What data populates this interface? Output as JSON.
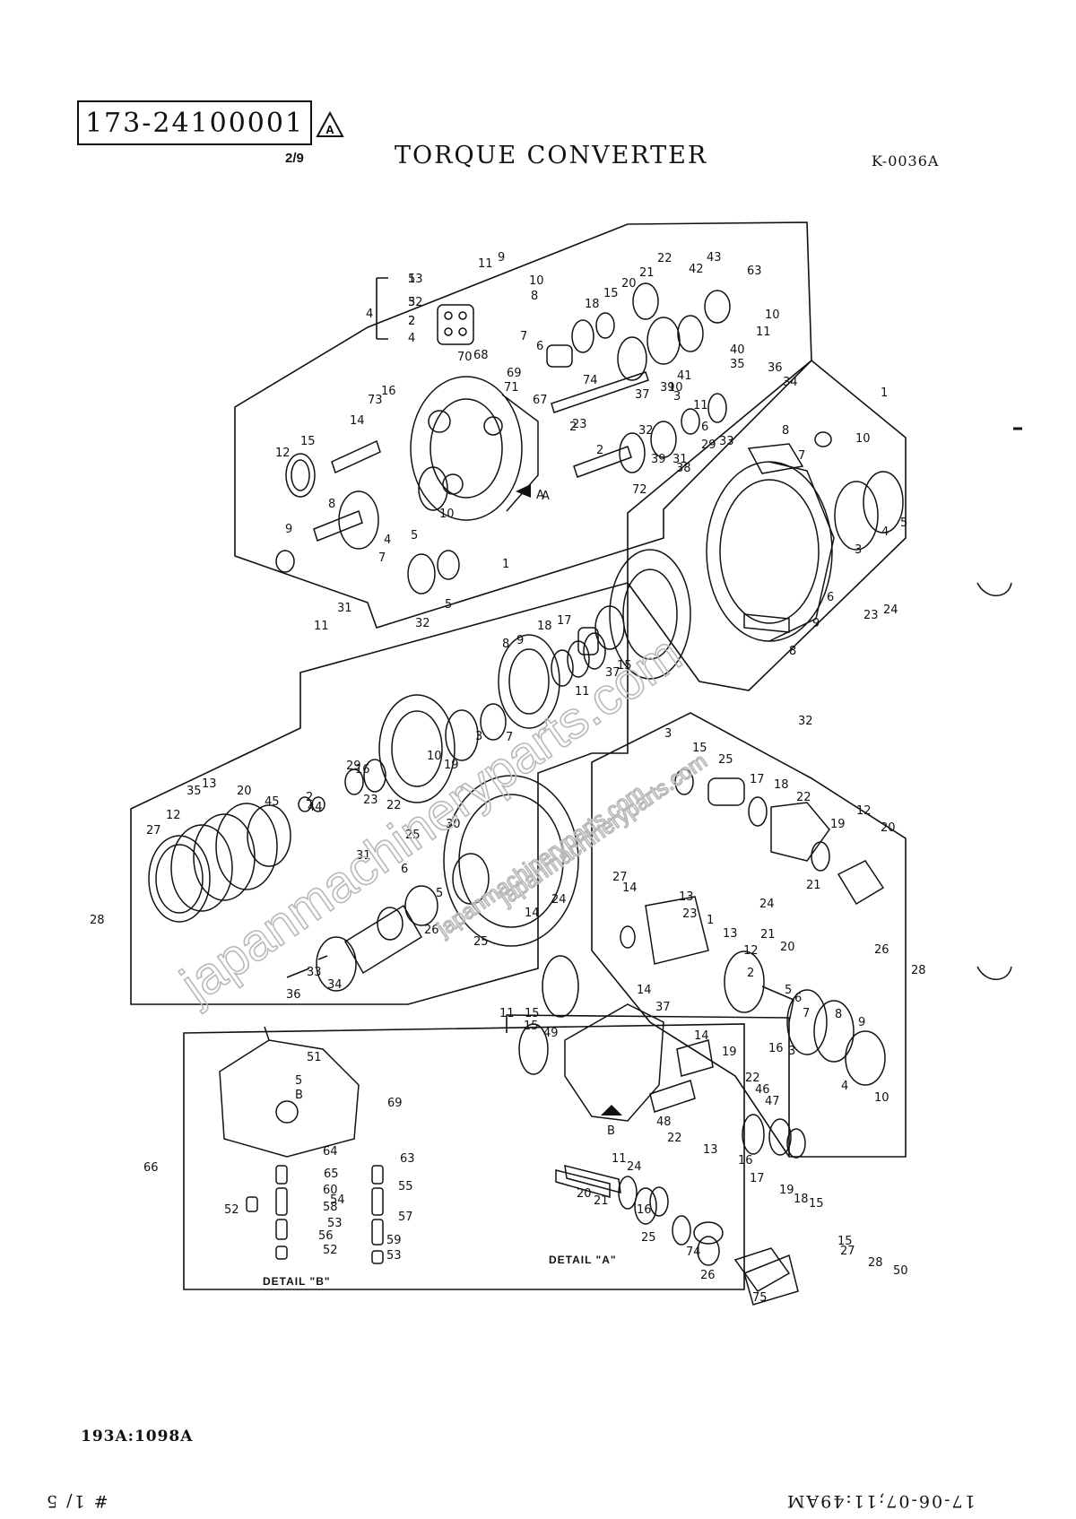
{
  "header": {
    "part_number": "173-24100001",
    "revision_mark": "A",
    "sheet": "2/9",
    "title": "TORQUE CONVERTER",
    "drawing_code": "K-0036A"
  },
  "footer": {
    "model_code": "193A:1098A",
    "fax_stamp": "17-06-07;11:49AM",
    "page_count": "# 1/ 5"
  },
  "watermark": {
    "main": "japanmachineryparts.com",
    "small_1": "japanmachineryparts.com",
    "small_2": "japanmachineryparts.com"
  },
  "details": {
    "detail_a": "DETAIL \"A\"",
    "detail_b": "DETAIL \"B\""
  },
  "arrows": {
    "a": "A",
    "b": "B"
  },
  "callouts": [
    "1",
    "3",
    "2",
    "4",
    "4",
    "9",
    "11",
    "10",
    "8",
    "6",
    "7",
    "70",
    "68",
    "69",
    "71",
    "74",
    "67",
    "2",
    "18",
    "15",
    "20",
    "21",
    "22",
    "42",
    "43",
    "63",
    "10",
    "11",
    "40",
    "35",
    "34",
    "36",
    "37",
    "39",
    "41",
    "3",
    "6",
    "10",
    "11",
    "33",
    "32",
    "38",
    "39",
    "31",
    "72",
    "29",
    "2",
    "23",
    "16",
    "73",
    "14",
    "15",
    "12",
    "9",
    "8",
    "7",
    "4",
    "5",
    "10",
    "11",
    "31",
    "32",
    "5",
    "1",
    "A",
    "1",
    "8",
    "10",
    "7",
    "4",
    "5",
    "3",
    "6",
    "23",
    "24",
    "9",
    "8",
    "17",
    "18",
    "9",
    "8",
    "15",
    "37",
    "11",
    "7",
    "3",
    "19",
    "10",
    "16",
    "29",
    "23",
    "22",
    "2",
    "44",
    "45",
    "20",
    "13",
    "35",
    "12",
    "27",
    "28",
    "25",
    "30",
    "31",
    "6",
    "5",
    "26",
    "25",
    "14",
    "24",
    "34",
    "33",
    "36",
    "32",
    "3",
    "15",
    "25",
    "17",
    "18",
    "22",
    "19",
    "12",
    "20",
    "21",
    "24",
    "21",
    "20",
    "26",
    "28",
    "27",
    "14",
    "13",
    "23",
    "1",
    "13",
    "12",
    "2",
    "5",
    "6",
    "7",
    "8",
    "9",
    "16",
    "3",
    "4",
    "10",
    "11",
    "15",
    "15",
    "14",
    "37",
    "49",
    "14",
    "19",
    "22",
    "46",
    "47",
    "48",
    "22",
    "13",
    "16",
    "17",
    "19",
    "18",
    "15",
    "20",
    "21",
    "24",
    "16",
    "25",
    "74",
    "26",
    "15",
    "27",
    "28",
    "50",
    "75",
    "11",
    "51",
    "5",
    "B",
    "69",
    "64",
    "63",
    "65",
    "55",
    "60",
    "54",
    "58",
    "57",
    "53",
    "56",
    "59",
    "52",
    "53",
    "52",
    "66",
    "53",
    "52",
    "2"
  ]
}
